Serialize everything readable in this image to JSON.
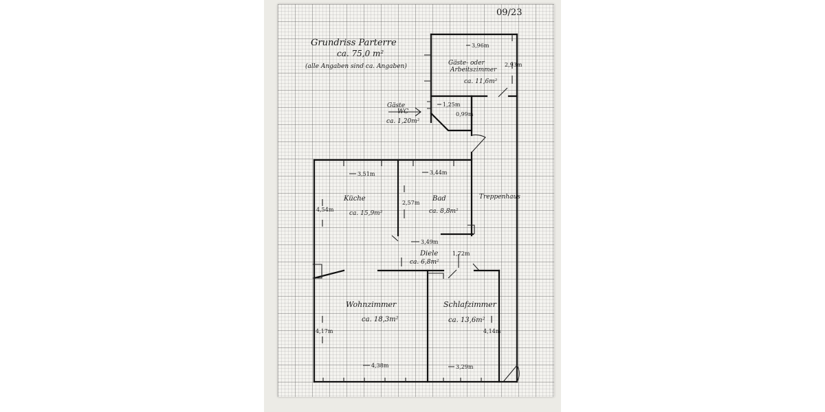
{
  "page_number": "09/23",
  "title": {
    "main": "Grundriss Parterre",
    "total_area": "ca. 75,0 m²",
    "note": "(alle Angaben sind ca. Angaben)"
  },
  "rooms": {
    "gaeste_arbeitszimmer": {
      "name_line1": "Gäste- oder",
      "name_line2": "Arbeitszimmer",
      "area": "ca. 11,6m²",
      "width": "3,96m",
      "depth": "2,93m"
    },
    "gaeste_wc": {
      "name_line1": "Gäste",
      "name_line2": "WC",
      "area": "ca. 1,20m²",
      "width": "1,25m",
      "depth": "0,99m"
    },
    "kueche": {
      "name": "Küche",
      "area": "ca. 15,9m²",
      "width": "3,51m",
      "depth": "4,54m"
    },
    "bad": {
      "name": "Bad",
      "area": "ca. 8,8m²",
      "width": "3,44m",
      "depth": "2,57m"
    },
    "treppenhaus": {
      "name": "Treppenhaus"
    },
    "diele": {
      "name": "Diele",
      "area": "ca. 6,8m²",
      "width": "3,49m",
      "depth": "1,72m"
    },
    "wohnzimmer": {
      "name": "Wohnzimmer",
      "area": "ca. 18,3m²",
      "width": "4,38m",
      "depth": "4,17m"
    },
    "schlafzimmer": {
      "name": "Schlafzimmer",
      "area": "ca. 13,6m²",
      "width": "3,29m",
      "depth": "4,14m"
    }
  }
}
